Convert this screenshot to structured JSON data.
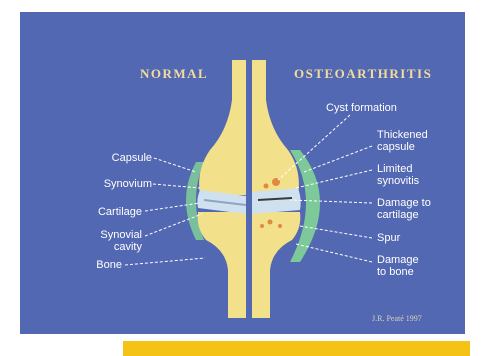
{
  "titles": {
    "normal": "NORMAL",
    "oa": "OSTEOARTHRITIS"
  },
  "left_labels": [
    "Capsule",
    "Synovium",
    "Cartilage",
    "Synovial\ncavity",
    "Bone"
  ],
  "right_labels": [
    "Thickened\ncapsule",
    "Limited\nsynovitis",
    "Damage to\ncartilage",
    "Spur",
    "Damage\nto bone"
  ],
  "top_label": "Cyst formation",
  "credit": "J.R. Peaté 1997",
  "colors": {
    "background": "#5368b2",
    "bone": "#f2e08a",
    "cartilage": "#cfe0ee",
    "synovium": "#7ec99a",
    "bar": "#f5c216"
  }
}
